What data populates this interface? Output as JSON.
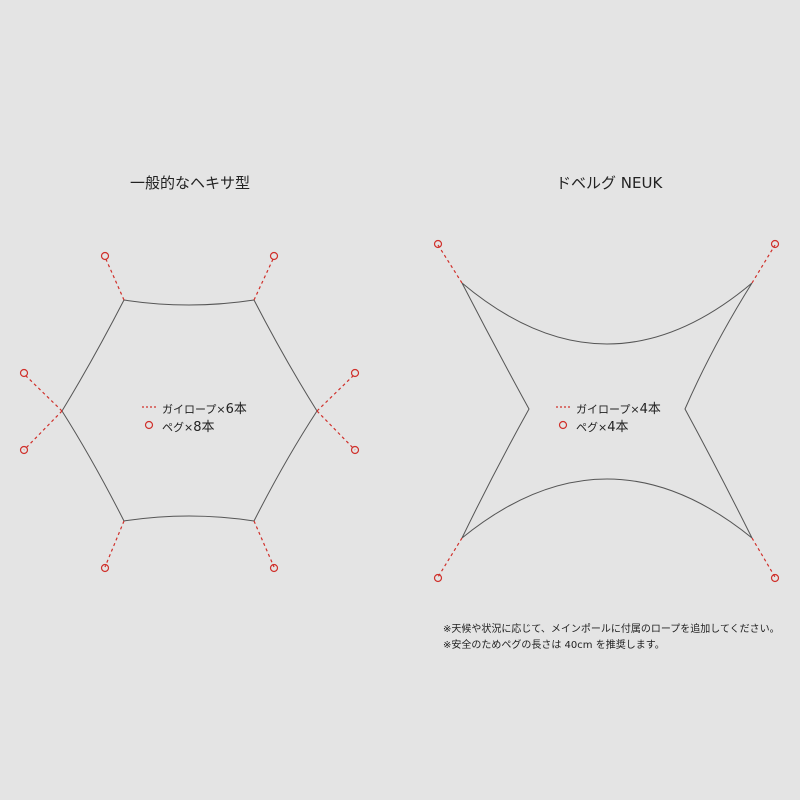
{
  "colors": {
    "background": "#e4e4e4",
    "outline": "#555555",
    "guy_rope": "#d0302b",
    "peg": "#d0302b"
  },
  "left": {
    "title": "一般的なヘキサ型",
    "legend": {
      "rope_label": "ガイロープ",
      "rope_mult": "×",
      "rope_count": "6本",
      "peg_label": "ペグ",
      "peg_mult": "×",
      "peg_count": "8本"
    }
  },
  "right": {
    "title": "ドベルグ NEUK",
    "legend": {
      "rope_label": "ガイロープ",
      "rope_mult": "×",
      "rope_count": "4本",
      "peg_label": "ペグ",
      "peg_mult": "×",
      "peg_count": "4本"
    }
  },
  "notes": [
    "※天候や状況に応じて、メインポールに付属のロープを追加してください。",
    "※安全のためペグの長さは 40cm を推奨します。"
  ]
}
